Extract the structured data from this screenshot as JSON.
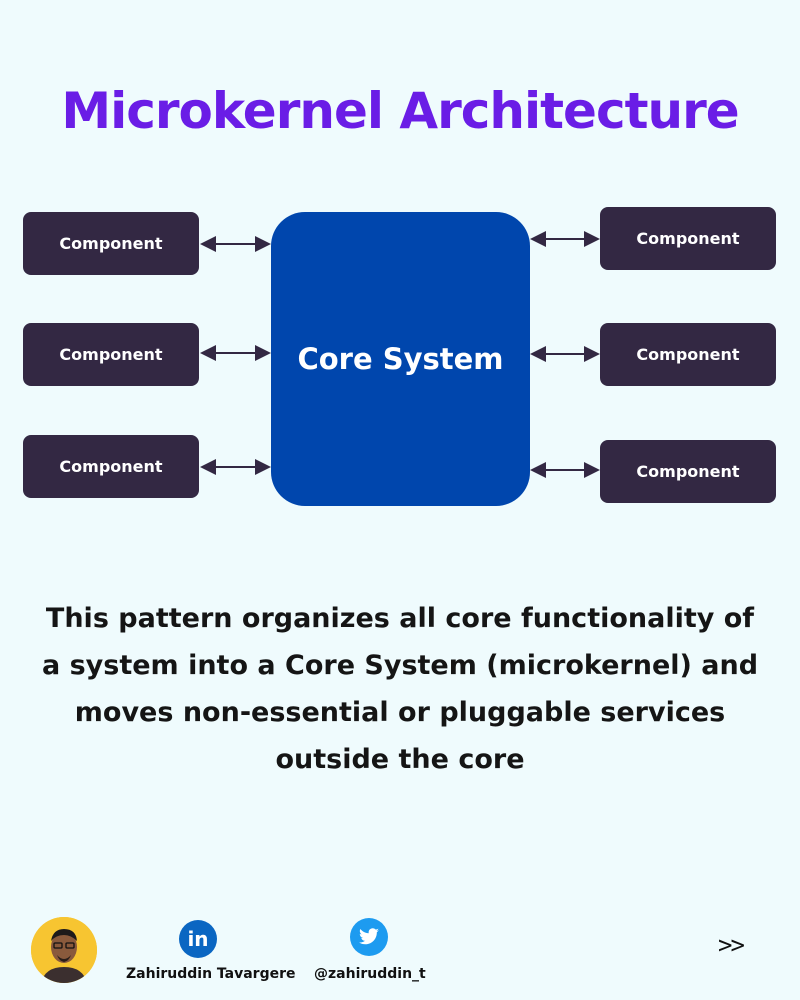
{
  "title": "Microkernel Architecture",
  "diagram": {
    "core_label": "Core System",
    "left_components": [
      "Component",
      "Component",
      "Component"
    ],
    "right_components": [
      "Component",
      "Component",
      "Component"
    ]
  },
  "description": [
    "This pattern organizes all core functionality  of",
    "a system into a Core System (microkernel) and",
    "moves non-essential or pluggable services",
    "outside the core"
  ],
  "footer": {
    "author_name": "Zahiruddin Tavargere",
    "twitter_handle": "@zahiruddin_t",
    "linkedin_icon_text": "in",
    "next_label": ">>"
  },
  "colors": {
    "title": "#6a1de6",
    "component_bg": "#332843",
    "core_bg": "#0046ad",
    "background": "#effbfd",
    "linkedin": "#0a66c2",
    "twitter": "#1d9bf0"
  }
}
